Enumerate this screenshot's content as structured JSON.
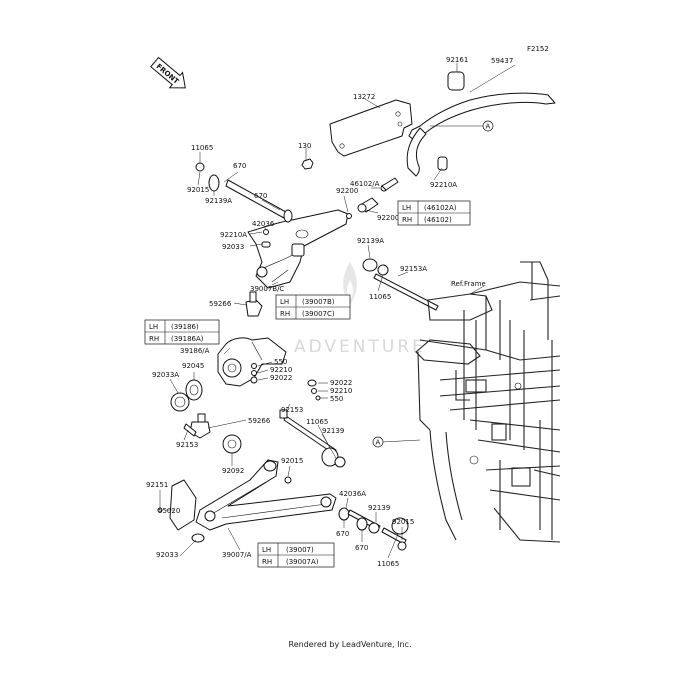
{
  "diagram_id": "F2152",
  "front_label": "FRONT",
  "ref_frame_label": "Ref.Frame",
  "watermark": "ADVENTURE",
  "footer": "Rendered by LeadVenture, Inc.",
  "callouts": {
    "c59437": "59437",
    "c92161": "92161",
    "c13272": "13272",
    "cA_top": "A",
    "c130": "130",
    "c11065_top": "11065",
    "c670_top": "670",
    "c92015_top": "92015",
    "c92139A_top": "92139A",
    "c670_mid": "670",
    "c42036": "42036",
    "c92210A_left": "92210A",
    "c92033": "92033",
    "c92200_a": "92200",
    "c46102A": "46102/A",
    "c92210A_right": "92210A",
    "c92200_b": "92200",
    "c92139A_mid": "92139A",
    "c92153A": "92153A",
    "c11065_mid": "11065",
    "c39007BC": "39007B/C",
    "c59266_top": "59266",
    "c39186A": "39186/A",
    "c92045": "92045",
    "c92033A": "92033A",
    "c550_a": "550",
    "c92210_a": "92210",
    "c92022_a": "92022",
    "c92022_b": "92022",
    "c92210_b": "92210",
    "c550_b": "550",
    "c59266_low": "59266",
    "c92153_left": "92153",
    "c92153_mid": "92153",
    "c11065_low": "11065",
    "c92139_a": "92139",
    "c92092": "92092",
    "c92015_mid": "92015",
    "cA_low": "A",
    "c92151": "92151",
    "c55020": "55020",
    "c42036A": "42036A",
    "c670_low1": "670",
    "c670_low2": "670",
    "c92139_b": "92139",
    "c92015_low": "92015",
    "c11065_bottom": "11065",
    "c92033_low": "92033",
    "c39007A": "39007/A"
  },
  "tables": {
    "t46102": {
      "rows": [
        [
          "LH",
          "(46102A)"
        ],
        [
          "RH",
          "(46102)"
        ]
      ]
    },
    "t39007BC": {
      "rows": [
        [
          "LH",
          "(39007B)"
        ],
        [
          "RH",
          "(39007C)"
        ]
      ]
    },
    "t39186": {
      "rows": [
        [
          "LH",
          "(39186)"
        ],
        [
          "RH",
          "(39186A)"
        ]
      ]
    },
    "t39007": {
      "rows": [
        [
          "LH",
          "(39007)"
        ],
        [
          "RH",
          "(39007A)"
        ]
      ]
    }
  }
}
